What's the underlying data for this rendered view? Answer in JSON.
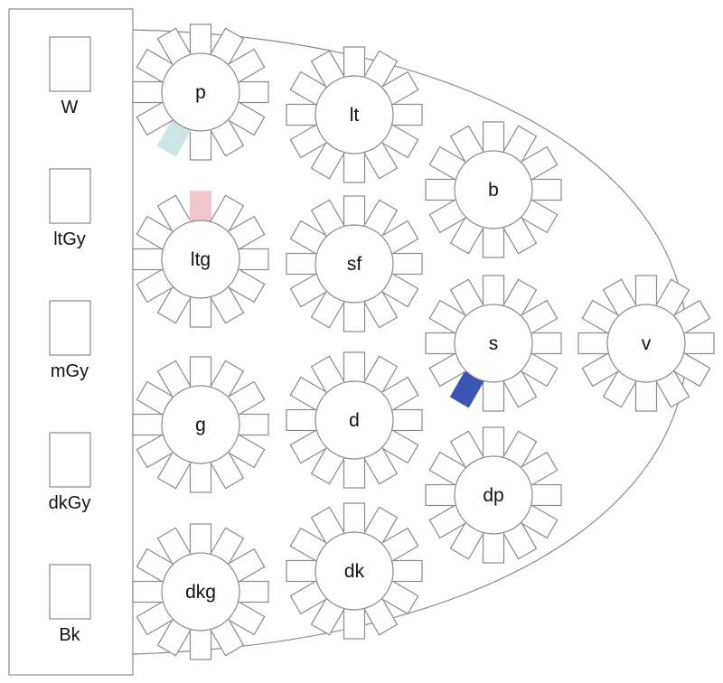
{
  "side_items": [
    {
      "label": "W"
    },
    {
      "label": "ltGy"
    },
    {
      "label": "mGy"
    },
    {
      "label": "dkGy"
    },
    {
      "label": "Bk"
    }
  ],
  "tables": [
    {
      "label": "p",
      "highlight": {
        "seat": 4,
        "color": "#cce6e8"
      }
    },
    {
      "label": "lt"
    },
    {
      "label": "ltg",
      "highlight": {
        "seat": 9,
        "color": "#f0c6cd"
      }
    },
    {
      "label": "sf"
    },
    {
      "label": "b"
    },
    {
      "label": "s",
      "highlight": {
        "seat": 4,
        "color": "#3b55b4"
      }
    },
    {
      "label": "v"
    },
    {
      "label": "g"
    },
    {
      "label": "d"
    },
    {
      "label": "dp"
    },
    {
      "label": "dkg"
    },
    {
      "label": "dk"
    }
  ],
  "colors": {
    "outline": "#8a8a8a",
    "background": "#ffffff"
  }
}
